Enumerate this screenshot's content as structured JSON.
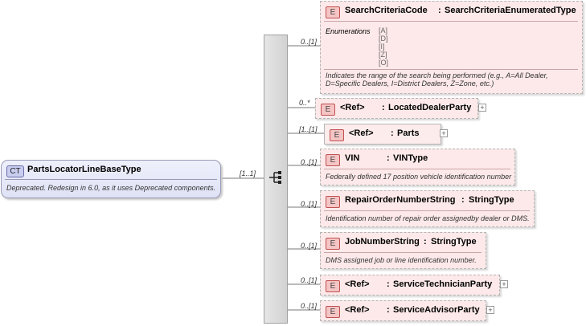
{
  "complex_type": {
    "badge": "CT",
    "name": "PartsLocatorLineBaseType",
    "description": "Deprecated. Redesign in 6.0, as it uses Deprecated components."
  },
  "sequence_cardinality": "[1..1]",
  "elements": [
    {
      "badge": "E",
      "name": "SearchCriteriaCode",
      "colon": ":",
      "type": "SearchCriteriaEnumeratedType",
      "cardinality": "0..[1]",
      "enumerations_label": "Enumerations",
      "enumerations": [
        "[A]",
        "[D]",
        "[I]",
        "[Z]",
        "[O]"
      ],
      "description_line1": "Indicates the range of the search being performed (e.g., A=All Dealer,",
      "description_line2": "D=Specific Dealers, I=District Dealers, Z=Zone, etc.)"
    },
    {
      "badge": "E",
      "name": "<Ref>",
      "colon": ":",
      "type": "LocatedDealerParty",
      "cardinality": "0..*",
      "expand": "+"
    },
    {
      "badge": "E",
      "name": "<Ref>",
      "colon": ":",
      "type": "Parts",
      "cardinality": "[1..[1]",
      "expand": "+"
    },
    {
      "badge": "E",
      "name": "VIN",
      "colon": ":",
      "type": "VINType",
      "cardinality": "0..[1]",
      "description": "Federally defined 17 position vehicle identification number"
    },
    {
      "badge": "E",
      "name": "RepairOrderNumberString",
      "colon": ":",
      "type": "StringType",
      "cardinality": "0..[1]",
      "description": "Identification number of repair order assignedby dealer or DMS."
    },
    {
      "badge": "E",
      "name": "JobNumberString",
      "colon": ":",
      "type": "StringType",
      "cardinality": "0..[1]",
      "description": "DMS assigned job or line identification number."
    },
    {
      "badge": "E",
      "name": "<Ref>",
      "colon": ":",
      "type": "ServiceTechnicianParty",
      "cardinality": "0..[1]",
      "expand": "+"
    },
    {
      "badge": "E",
      "name": "<Ref>",
      "colon": ":",
      "type": "ServiceAdvisorParty",
      "cardinality": "0..[1]",
      "expand": "+"
    }
  ],
  "colors": {
    "element_fill": "#fde9e9",
    "element_border": "#b5b5b5",
    "complex_type_fill": "#e4e7f8",
    "sequence_bar": "#d9d9d9"
  }
}
